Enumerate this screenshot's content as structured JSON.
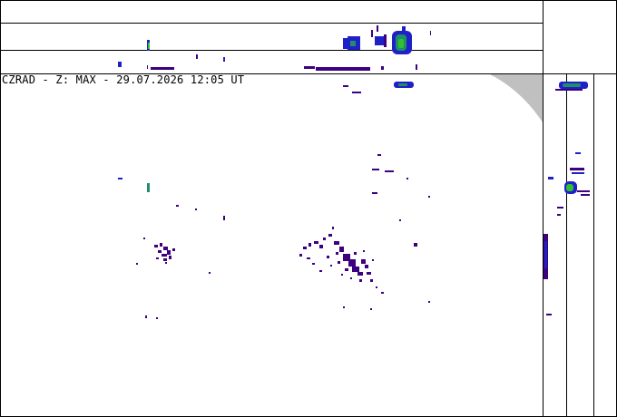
{
  "title": "CZRAD - Z: MAX - 29.07.2026 12:05 UT",
  "colors": {
    "background": "#ffffff",
    "frame": "#000000",
    "no_coverage": "#c0c0c0",
    "echo_weak": "#3d007f",
    "echo_low": "#2020c8",
    "echo_medium": "#1f8f6a",
    "echo_strong": "#30c030"
  },
  "panels": [
    "plan-view-max",
    "north-south-projection",
    "east-west-projection"
  ]
}
